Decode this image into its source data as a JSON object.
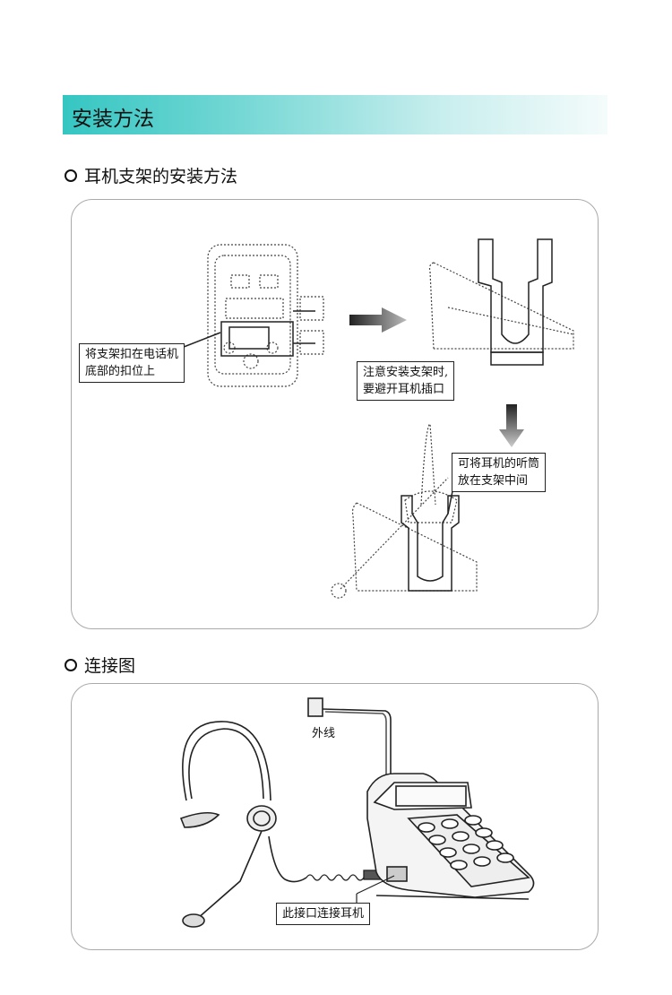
{
  "section": {
    "title": "安装方法"
  },
  "install": {
    "heading": "耳机支架的安装方法",
    "step1_label_line1": "将支架扣在电话机",
    "step1_label_line2": "底部的扣位上",
    "step2_label_line1": "注意安装支架时,",
    "step2_label_line2": "要避开耳机插口",
    "step3_label_line1": "可将耳机的听筒",
    "step3_label_line2": "放在支架中间"
  },
  "connect": {
    "heading": "连接图",
    "outer_line_label": "外线",
    "port_label": "此接口连接耳机"
  }
}
